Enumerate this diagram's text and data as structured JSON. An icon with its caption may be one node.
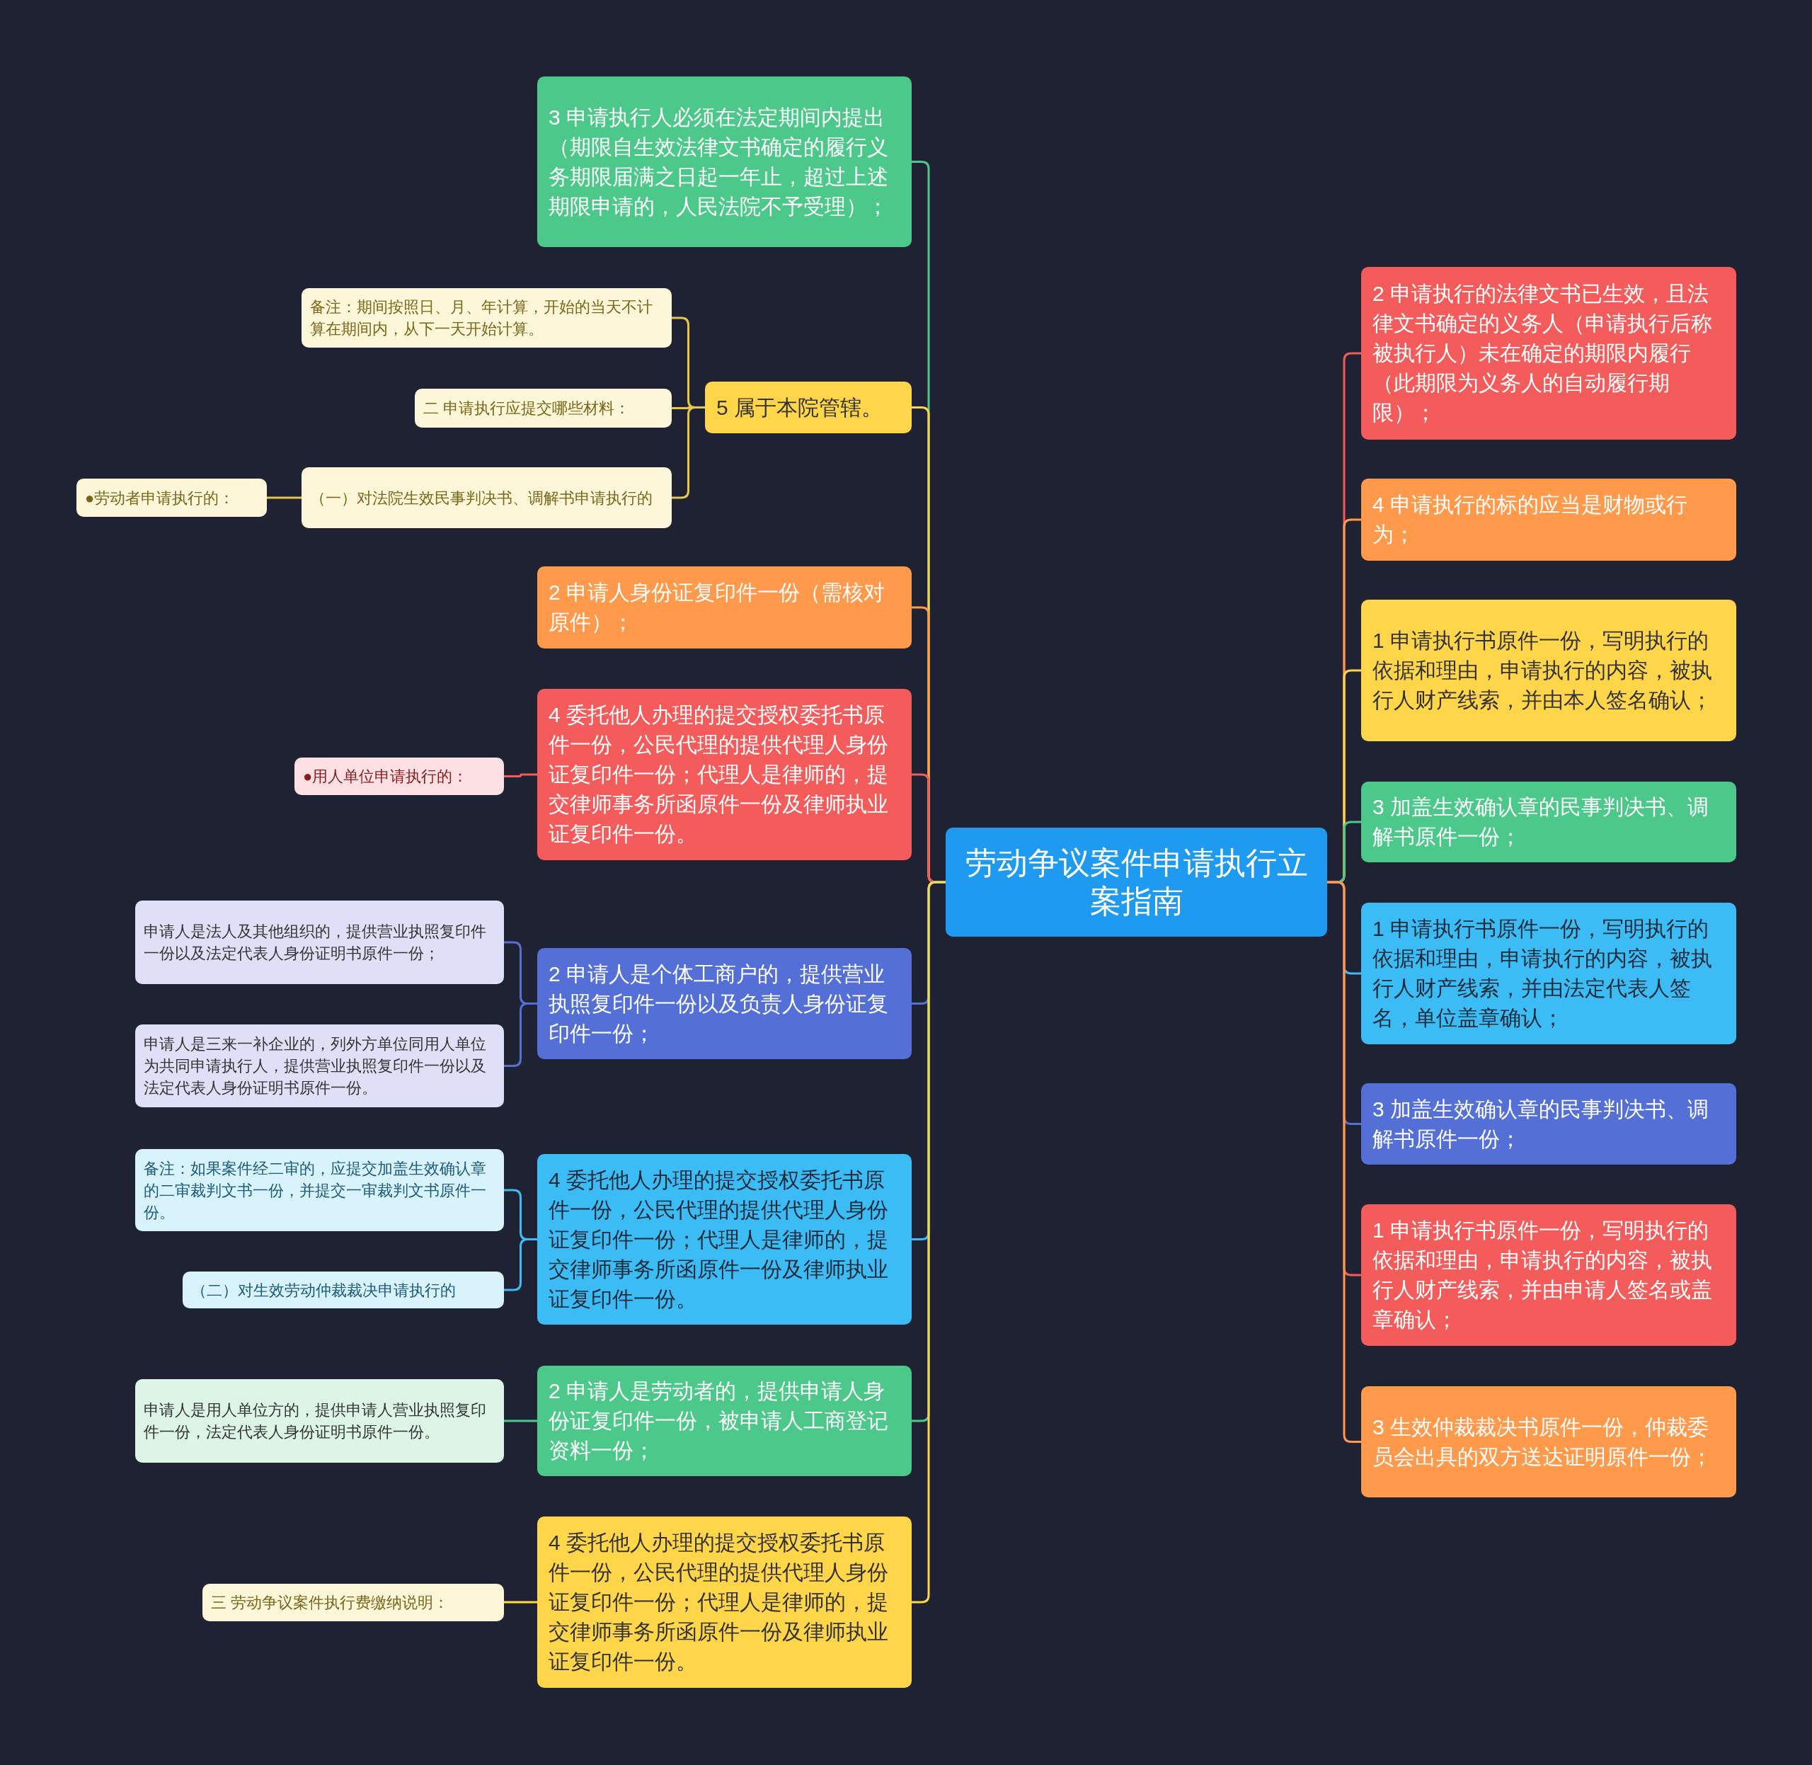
{
  "diagram": {
    "nodes": [
      {
        "text": [
          "劳动争议案件申请执行立案指南"
        ]
      },
      {
        "text": [
          "3 申请执行人必须在法定期间内提出（期限自生效法律文书确定的履行义务期限届满之日起一年止，超过上述期限申请的，人民法院不予受理）；"
        ]
      },
      {
        "text": [
          "5 属于本院管辖。"
        ]
      },
      {
        "text": [
          "备注：期间按照日、月、年计算，开始的当天不计算在期间内，从下一天开始计算。"
        ]
      },
      {
        "text": [
          "二 申请执行应提交哪些材料："
        ]
      },
      {
        "text": [
          "（一）对法院生效民事判决书、调解书申请执行的"
        ]
      },
      {
        "text": [
          "●劳动者申请执行的："
        ]
      },
      {
        "text": [
          "2 申请人身份证复印件一份（需核对原件）；"
        ]
      },
      {
        "text": [
          "4 委托他人办理的提交授权委托书原件一份，公民代理的提供代理人身份证复印件一份；代理人是律师的，提交律师事务所函原件一份及律师执业证复印件一份。"
        ]
      },
      {
        "text": [
          "●用人单位申请执行的："
        ]
      },
      {
        "text": [
          "2 申请人是个体工商户的，提供营业执照复印件一份以及负责人身份证复印件一份；"
        ]
      },
      {
        "text": [
          "申请人是法人及其他组织的，提供营业执照复印件一份以及法定代表人身份证明书原件一份；"
        ]
      },
      {
        "text": [
          "申请人是三来一补企业的，列外方单位同用人单位为共同申请执行人，提供营业执照复印件一份以及法定代表人身份证明书原件一份。"
        ]
      },
      {
        "text": [
          "4 委托他人办理的提交授权委托书原件一份，公民代理的提供代理人身份证复印件一份；代理人是律师的，提交律师事务所函原件一份及律师执业证复印件一份。"
        ]
      },
      {
        "text": [
          "备注：如果案件经二审的，应提交加盖生效确认章的二审裁判文书一份，并提交一审裁判文书原件一份。"
        ]
      },
      {
        "text": [
          "（二）对生效劳动仲裁裁决申请执行的"
        ]
      },
      {
        "text": [
          "2 申请人是劳动者的，提供申请人身份证复印件一份，被申请人工商登记资料一份；"
        ]
      },
      {
        "text": [
          "申请人是用人单位方的，提供申请人营业执照复印件一份，法定代表人身份证明书原件一份。"
        ]
      },
      {
        "text": [
          "4 委托他人办理的提交授权委托书原件一份，公民代理的提供代理人身份证复印件一份；代理人是律师的，提交律师事务所函原件一份及律师执业证复印件一份。"
        ]
      },
      {
        "text": [
          "三 劳动争议案件执行费缴纳说明："
        ]
      },
      {
        "text": [
          "2 申请执行的法律文书已生效，且法律文书确定的义务人（申请执行后称被执行人）未在确定的期限内履行（此期限为义务人的自动履行期限）；"
        ]
      },
      {
        "text": [
          "4 申请执行的标的应当是财物或行为；"
        ]
      },
      {
        "text": [
          "1 申请执行书原件一份，写明执行的依据和理由，申请执行的内容，被执行人财产线索，并由本人签名确认；"
        ]
      },
      {
        "text": [
          "3 加盖生效确认章的民事判决书、调解书原件一份；"
        ]
      },
      {
        "text": [
          "1 申请执行书原件一份，写明执行的依据和理由，申请执行的内容，被执行人财产线索，并由法定代表人签名，单位盖章确认；"
        ]
      },
      {
        "text": [
          "3 加盖生效确认章的民事判决书、调解书原件一份；"
        ]
      },
      {
        "text": [
          "1 申请执行书原件一份，写明执行的依据和理由，申请执行的内容，被执行人财产线索，并由申请人签名或盖章确认；"
        ]
      },
      {
        "text": [
          "3 生效仲裁裁决书原件一份，仲裁委员会出具的双方送达证明原件一份；"
        ]
      }
    ],
    "edges": [
      {
        "from": 0,
        "to": 1,
        "arrow": "none",
        "color": "#4cc98a"
      },
      {
        "from": 0,
        "to": 2,
        "arrow": "none",
        "color": "#ffd54a"
      },
      {
        "from": 2,
        "to": 3,
        "arrow": "none",
        "color": "#e8c64a"
      },
      {
        "from": 2,
        "to": 4,
        "arrow": "none",
        "color": "#e8c64a"
      },
      {
        "from": 2,
        "to": 5,
        "arrow": "none",
        "color": "#e8c64a"
      },
      {
        "from": 5,
        "to": 6,
        "arrow": "none",
        "color": "#e8c64a"
      },
      {
        "from": 0,
        "to": 7,
        "arrow": "none",
        "color": "#ff9a4d"
      },
      {
        "from": 0,
        "to": 8,
        "arrow": "none",
        "color": "#f45b5b"
      },
      {
        "from": 8,
        "to": 9,
        "arrow": "none",
        "color": "#f45b5b"
      },
      {
        "from": 0,
        "to": 10,
        "arrow": "none",
        "color": "#5470d6"
      },
      {
        "from": 10,
        "to": 11,
        "arrow": "none",
        "color": "#5470d6"
      },
      {
        "from": 10,
        "to": 12,
        "arrow": "none",
        "color": "#5470d6"
      },
      {
        "from": 0,
        "to": 13,
        "arrow": "none",
        "color": "#3bbcf5"
      },
      {
        "from": 13,
        "to": 14,
        "arrow": "none",
        "color": "#3bbcf5"
      },
      {
        "from": 13,
        "to": 15,
        "arrow": "none",
        "color": "#3bbcf5"
      },
      {
        "from": 0,
        "to": 16,
        "arrow": "none",
        "color": "#4cc98a"
      },
      {
        "from": 16,
        "to": 17,
        "arrow": "none",
        "color": "#4cc98a"
      },
      {
        "from": 0,
        "to": 18,
        "arrow": "none",
        "color": "#ffd54a"
      },
      {
        "from": 18,
        "to": 19,
        "arrow": "none",
        "color": "#ffd54a"
      },
      {
        "from": 0,
        "to": 20,
        "arrow": "none",
        "color": "#f45b5b"
      },
      {
        "from": 0,
        "to": 21,
        "arrow": "none",
        "color": "#ff9a4d"
      },
      {
        "from": 0,
        "to": 22,
        "arrow": "none",
        "color": "#ffd54a"
      },
      {
        "from": 0,
        "to": 23,
        "arrow": "none",
        "color": "#4cc98a"
      },
      {
        "from": 0,
        "to": 24,
        "arrow": "none",
        "color": "#3bbcf5"
      },
      {
        "from": 0,
        "to": 25,
        "arrow": "none",
        "color": "#5470d6"
      },
      {
        "from": 0,
        "to": 26,
        "arrow": "none",
        "color": "#f45b5b"
      },
      {
        "from": 0,
        "to": 27,
        "arrow": "none",
        "color": "#ff9a4d"
      }
    ]
  }
}
